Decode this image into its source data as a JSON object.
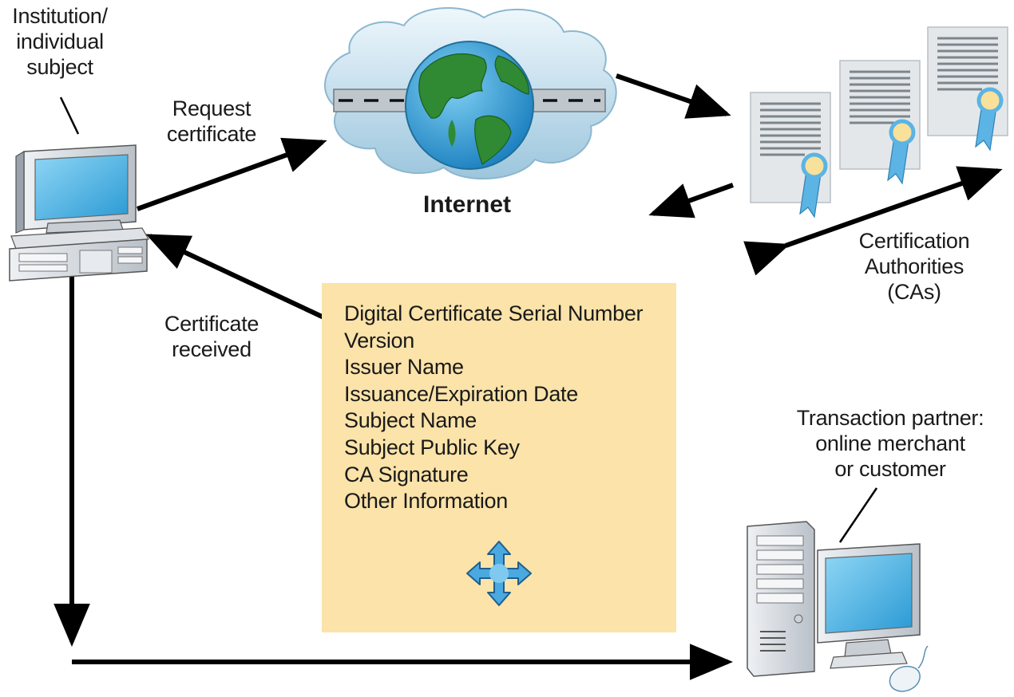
{
  "labels": {
    "subject": [
      "Institution/",
      "individual",
      "subject"
    ],
    "request": [
      "Request",
      "certificate"
    ],
    "received": [
      "Certificate",
      "received"
    ],
    "internet": "Internet",
    "ca": [
      "Certification",
      "Authorities",
      "(CAs)"
    ],
    "partner": [
      "Transaction partner:",
      "online merchant",
      "or customer"
    ]
  },
  "certificate_fields": [
    "Digital Certificate Serial Number",
    "Version",
    "Issuer Name",
    "Issuance/Expiration Date",
    "Subject Name",
    "Subject Public Key",
    "CA Signature",
    "Other Information"
  ],
  "icons": {
    "subject_computer": "desktop-computer-icon",
    "internet": "globe-cloud-icon",
    "certificates": "certificate-ribbon-icon",
    "partner_computer": "tower-computer-icon",
    "move": "move-arrows-icon"
  },
  "colors": {
    "certificate_box": "#fbe3a9",
    "arrow": "#000000",
    "globe_water": "#2d9ed6",
    "globe_land": "#2f8a33",
    "cloud": "#cfe6f3",
    "ribbon": "#5bb4e4",
    "seal": "#f8e19a"
  }
}
